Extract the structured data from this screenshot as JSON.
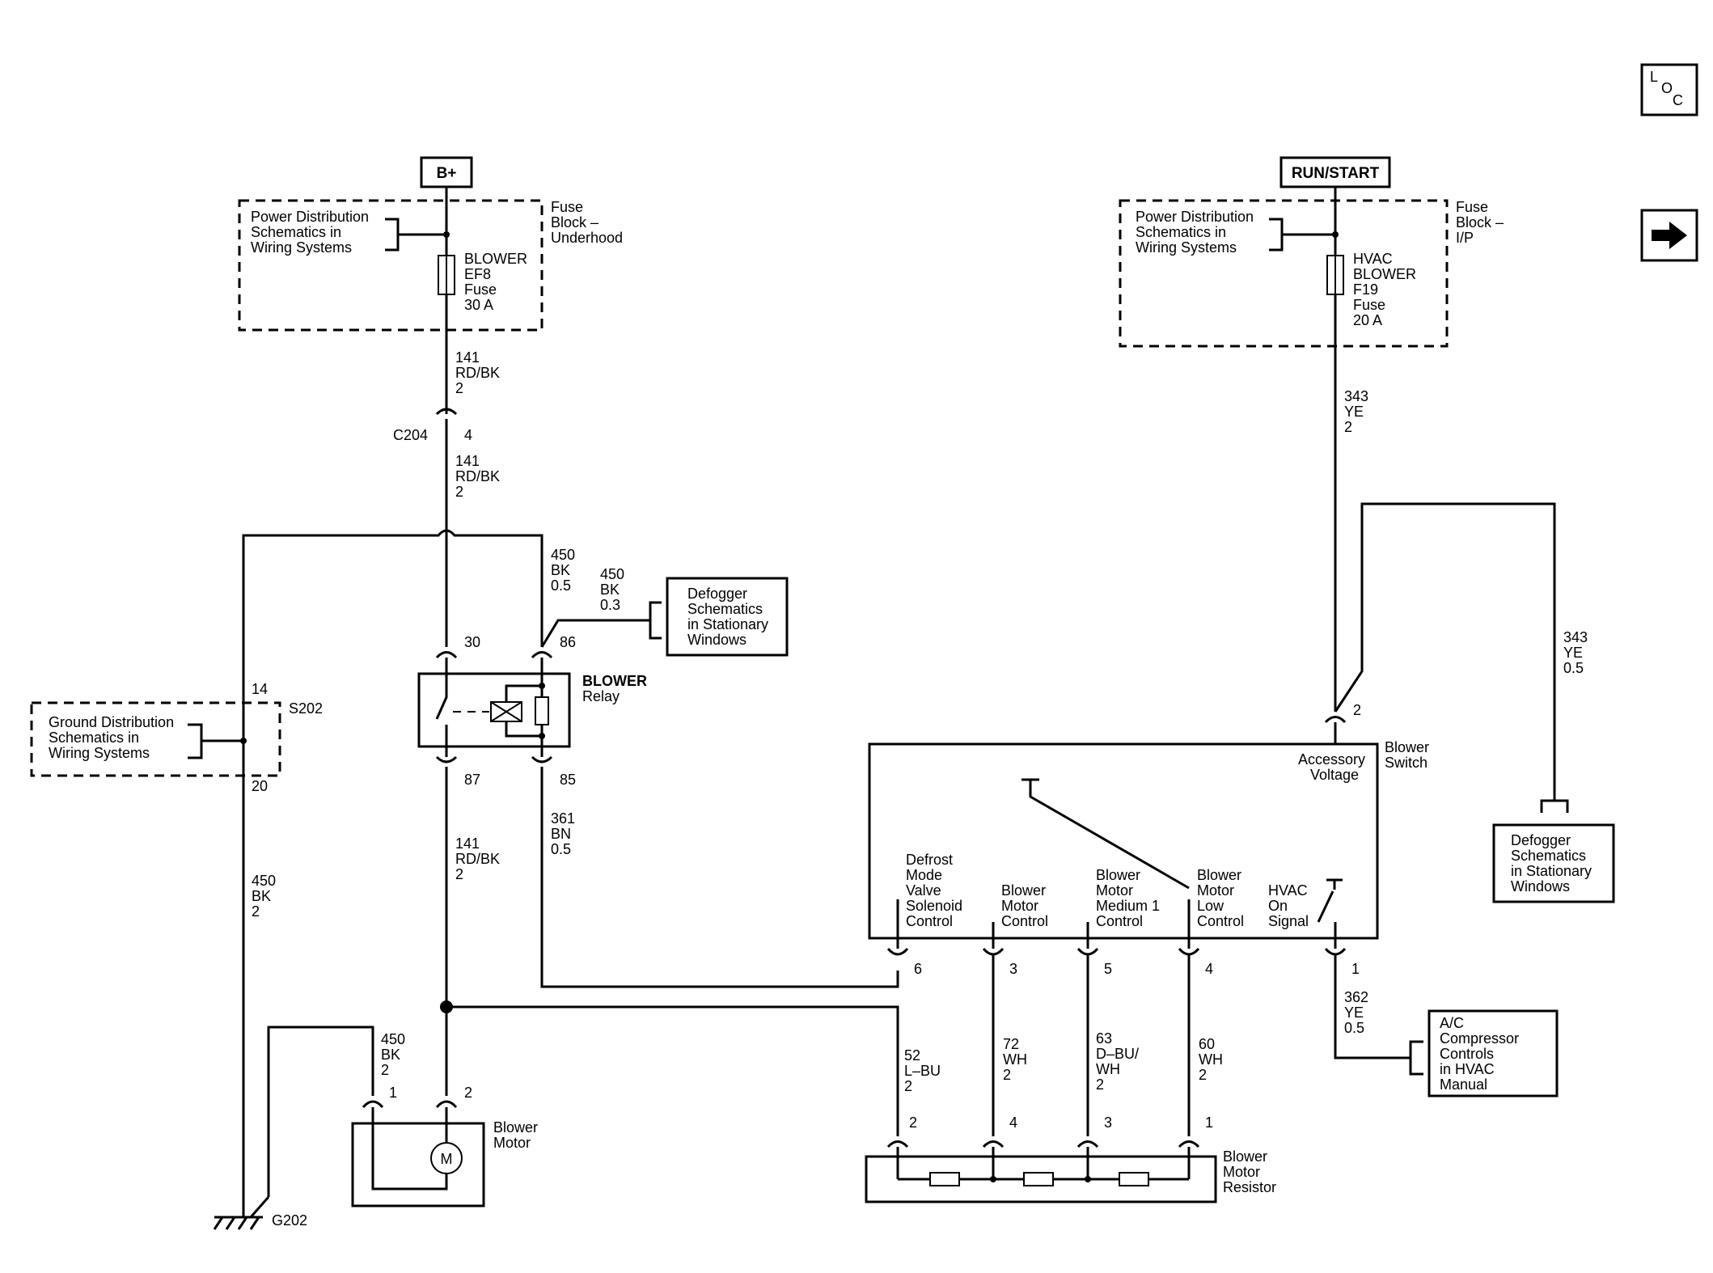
{
  "power_sources": {
    "b_plus": "B+",
    "run_start": "RUN/START"
  },
  "nav": {
    "loc_l": "L",
    "loc_o": "O",
    "loc_c": "C"
  },
  "fuse_block_underhood": {
    "title": [
      "Fuse",
      "Block –",
      "Underhood"
    ],
    "ref": [
      "Power Distribution",
      "Schematics in",
      "Wiring Systems"
    ],
    "fuse": [
      "BLOWER",
      "EF8",
      "Fuse",
      "30 A"
    ]
  },
  "fuse_block_ip": {
    "title": [
      "Fuse",
      "Block –",
      "I/P"
    ],
    "ref": [
      "Power Distribution",
      "Schematics in",
      "Wiring Systems"
    ],
    "fuse": [
      "HVAC",
      "BLOWER",
      "F19",
      "Fuse",
      "20 A"
    ]
  },
  "wires": {
    "w141_top": [
      "141",
      "RD/BK",
      "2"
    ],
    "w141_mid": [
      "141",
      "RD/BK",
      "2"
    ],
    "w141_low": [
      "141",
      "RD/BK",
      "2"
    ],
    "w450_top": [
      "450",
      "BK",
      "0.5"
    ],
    "w450_def": [
      "450",
      "BK",
      "0.3"
    ],
    "w450_left": [
      "450",
      "BK",
      "2"
    ],
    "w450_motor": [
      "450",
      "BK",
      "2"
    ],
    "w361": [
      "361",
      "BN",
      "0.5"
    ],
    "w343_top": [
      "343",
      "YE",
      "2"
    ],
    "w343_right": [
      "343",
      "YE",
      "0.5"
    ],
    "w362": [
      "362",
      "YE",
      "0.5"
    ],
    "w52": [
      "52",
      "L–BU",
      "2"
    ],
    "w72": [
      "72",
      "WH",
      "2"
    ],
    "w63": [
      "63",
      "D–BU/",
      "WH",
      "2"
    ],
    "w60": [
      "60",
      "WH",
      "2"
    ]
  },
  "connectors": {
    "c204": "C204",
    "c204_pin": "4",
    "s202": "S202",
    "s202_pin_top": "14",
    "s202_pin_bottom": "20",
    "g202": "G202"
  },
  "relay": {
    "label": [
      "BLOWER",
      "Relay"
    ],
    "pin30": "30",
    "pin86": "86",
    "pin87": "87",
    "pin85": "85"
  },
  "defogger_ref_1": [
    "Defogger",
    "Schematics",
    "in Stationary",
    "Windows"
  ],
  "defogger_ref_2": [
    "Defogger",
    "Schematics",
    "in Stationary",
    "Windows"
  ],
  "ground_ref": [
    "Ground Distribution",
    "Schematics in",
    "Wiring Systems"
  ],
  "ac_ref": [
    "A/C",
    "Compressor",
    "Controls",
    "in HVAC",
    "Manual"
  ],
  "blower_switch": {
    "label": [
      "Blower",
      "Switch"
    ],
    "accessory": [
      "Accessory",
      "Voltage"
    ],
    "pin_acc": "2",
    "defrost": [
      "Defrost",
      "Mode",
      "Valve",
      "Solenoid",
      "Control"
    ],
    "motor_control": [
      "Blower",
      "Motor",
      "Control"
    ],
    "medium": [
      "Blower",
      "Motor",
      "Medium 1",
      "Control"
    ],
    "low": [
      "Blower",
      "Motor",
      "Low",
      "Control"
    ],
    "hvac_on": [
      "HVAC",
      "On",
      "Signal"
    ],
    "pins": [
      "6",
      "3",
      "5",
      "4",
      "1"
    ]
  },
  "blower_motor": {
    "label": [
      "Blower",
      "Motor"
    ],
    "symbol": "M",
    "pin1": "1",
    "pin2": "2"
  },
  "resistor": {
    "label": [
      "Blower",
      "Motor",
      "Resistor"
    ],
    "pins": [
      "2",
      "4",
      "3",
      "1"
    ]
  }
}
